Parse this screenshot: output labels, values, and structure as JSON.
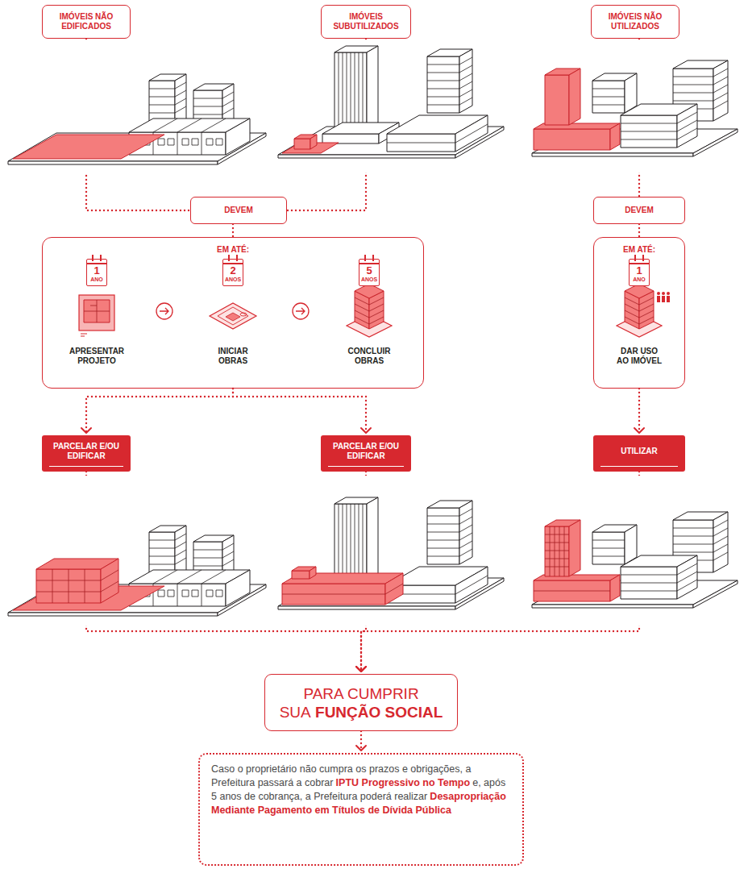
{
  "diagram": {
    "nodes": [
      {
        "text": [
          "IMÓVEIS NÃO EDIFICADOS"
        ]
      },
      {
        "text": [
          "IMÓVEIS SUBUTILIZADOS"
        ]
      },
      {
        "text": [
          "IMÓVEIS NÃO UTILIZADOS"
        ]
      },
      {
        "text": [
          "DEVEM"
        ]
      },
      {
        "text": [
          "DEVEM"
        ]
      },
      {
        "text": [
          "EM ATÉ:"
        ]
      },
      {
        "text": [
          "1",
          "ANO"
        ],
        "in": 5
      },
      {
        "text": [
          "2",
          "ANOS"
        ],
        "in": 5
      },
      {
        "text": [
          "5",
          "ANOS"
        ],
        "in": 5
      },
      {
        "text": [
          "EM ATÉ:"
        ]
      },
      {
        "text": [
          "1",
          "ANO"
        ],
        "in": 9
      },
      {
        "text": [
          "PARCELAR E/OU EDIFICAR"
        ]
      },
      {
        "text": [
          "PARCELAR E/OU EDIFICAR"
        ]
      },
      {
        "text": [
          "UTILIZAR"
        ]
      },
      {
        "text": [
          "PARA CUMPRIR SUA",
          "FUNÇÃO SOCIAL"
        ]
      },
      {
        "text": [
          "Caso o proprietário não cumpra os prazos e obrigações, a Prefeitura passará a cobrar",
          "IPTU Progressivo no Tempo",
          "e, após 5 anos de cobrança, a Prefeitura poderá realizar",
          "Desapropriação Mediante Pagamento em Títulos de Dívida Pública"
        ]
      }
    ],
    "edges": [
      {
        "from": 0,
        "to": 3,
        "arrow": "none"
      },
      {
        "from": 1,
        "to": 3,
        "arrow": "none"
      },
      {
        "from": 2,
        "to": 4,
        "arrow": "none"
      },
      {
        "from": 3,
        "to": 5,
        "arrow": "none"
      },
      {
        "from": 4,
        "to": 9,
        "arrow": "none"
      },
      {
        "from": 5,
        "to": 11,
        "arrow": "to"
      },
      {
        "from": 5,
        "to": 12,
        "arrow": "to"
      },
      {
        "from": 9,
        "to": 13,
        "arrow": "to"
      },
      {
        "from": 11,
        "to": 14,
        "arrow": "to"
      },
      {
        "from": 12,
        "to": 14,
        "arrow": "to"
      },
      {
        "from": 13,
        "to": 14,
        "arrow": "to"
      },
      {
        "from": 14,
        "to": 15,
        "arrow": "to"
      }
    ],
    "labels": [
      "APRESENTAR PROJETO",
      "INICIAR OBRAS",
      "CONCLUIR OBRAS",
      "DAR USO AO IMÓVEL"
    ]
  }
}
